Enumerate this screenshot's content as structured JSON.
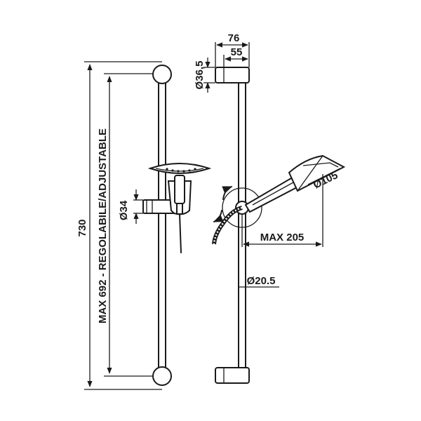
{
  "dimensions": {
    "total_height": "730",
    "adjustable": "MAX 692 - REGOLABILE/ADJUSTABLE",
    "bracket_width": "76",
    "bracket_inner": "55",
    "bracket_diameter": "Ø36,5",
    "slider_diameter": "Ø34",
    "handshower_diameter": "Ø105",
    "reach": "MAX 205",
    "bar_diameter": "Ø20.5"
  }
}
